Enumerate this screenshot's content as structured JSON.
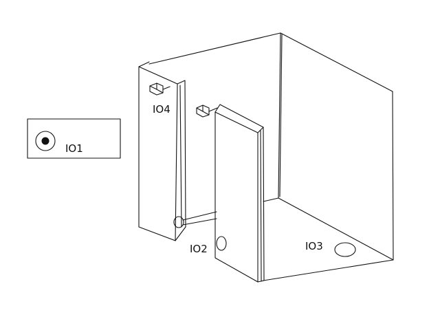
{
  "labels": {
    "io1": "IO1",
    "io2": "IO2",
    "io3": "IO3",
    "io4": "IO4"
  },
  "colors": {
    "stroke": "#111111",
    "background": "#ffffff"
  }
}
